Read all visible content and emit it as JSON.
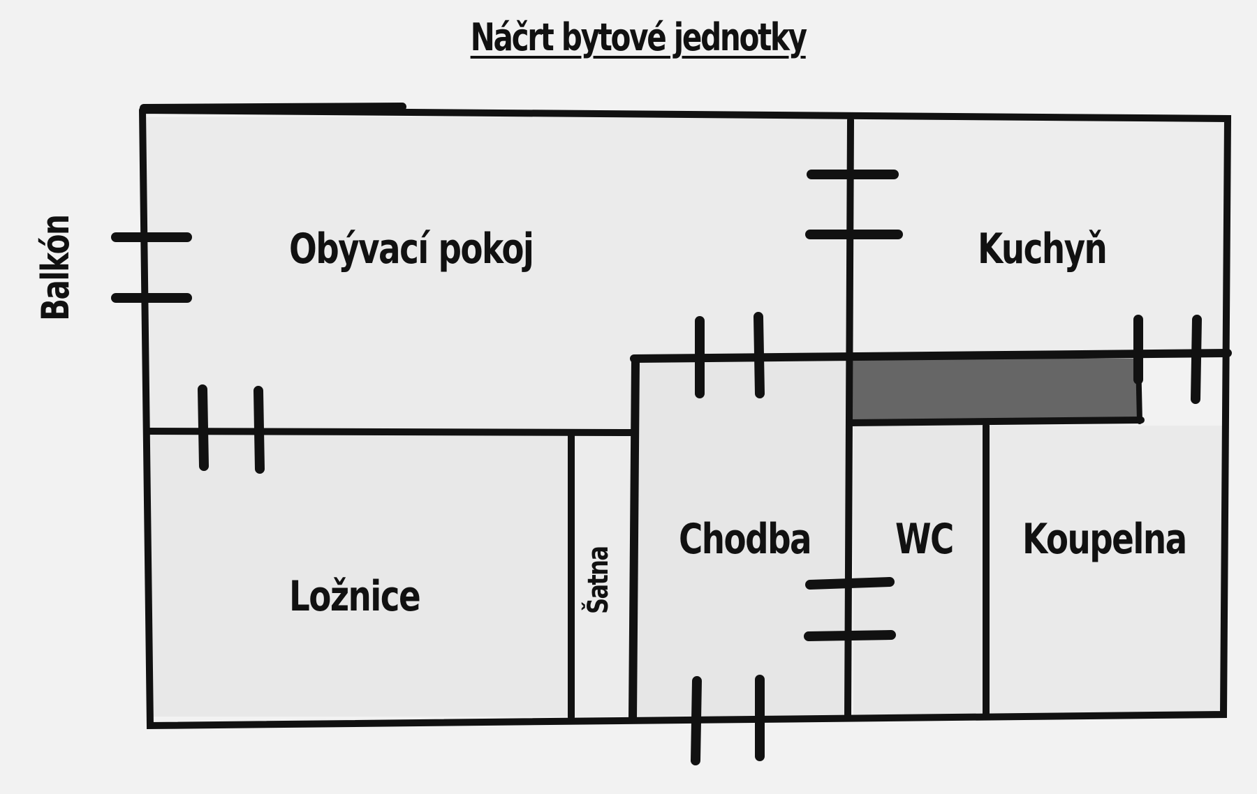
{
  "title": "Náčrt bytové jednotky",
  "rooms": {
    "living_room": "Obývací pokoj",
    "kitchen": "Kuchyň",
    "bedroom": "Ložnice",
    "closet": "Šatna",
    "hallway": "Chodba",
    "wc": "WC",
    "bathroom": "Koupelna",
    "balcony": "Balkón"
  },
  "colors": {
    "wall": "#111111",
    "background": "#f2f2f2",
    "room_fill": "#e9e9e9",
    "shaft": "#666666"
  }
}
